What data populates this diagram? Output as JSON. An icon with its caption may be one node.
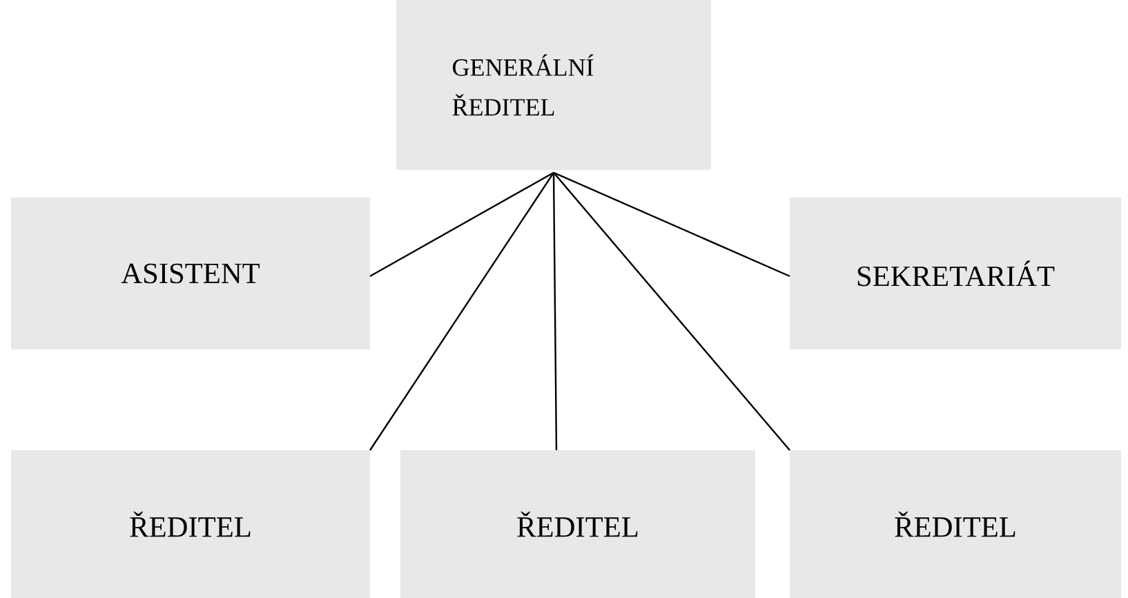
{
  "diagram": {
    "nodes": [
      {
        "text": [
          "GENERÁLNÍ ŘEDITEL"
        ]
      },
      {
        "text": [
          "ASISTENT"
        ]
      },
      {
        "text": [
          "SEKRETARIÁT"
        ]
      },
      {
        "text": [
          "ŘEDITEL"
        ]
      },
      {
        "text": [
          "ŘEDITEL"
        ]
      },
      {
        "text": [
          "ŘEDITEL"
        ]
      }
    ],
    "edges": [
      {
        "from": 0,
        "to": 1,
        "arrow": "none"
      },
      {
        "from": 0,
        "to": 3,
        "arrow": "none"
      },
      {
        "from": 0,
        "to": 4,
        "arrow": "none"
      },
      {
        "from": 0,
        "to": 5,
        "arrow": "none"
      },
      {
        "from": 0,
        "to": 2,
        "arrow": "none"
      }
    ]
  }
}
